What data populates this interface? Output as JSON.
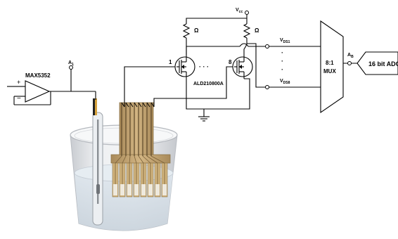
{
  "labels": {
    "opamp": "MAX5352",
    "a1_main": "A",
    "a1_sub": "1",
    "vcc_main": "V",
    "vcc_sub": "cc",
    "r1": "Ω",
    "r2": "Ω",
    "mosfet1_index": "1",
    "mosfet8_index": "8",
    "chip": "ALD210800A",
    "vds1_main": "V",
    "vds1_sub": "DS1",
    "vds8_main": "V",
    "vds8_sub": "DS8",
    "mux_line1": "8:1",
    "mux_line2": "MUX",
    "ab_main": "A",
    "ab_sub": "B",
    "adc": "16 bit ADC",
    "plus": "+",
    "minus": "−",
    "dots_h": "· · ·",
    "dots_v": "·"
  }
}
